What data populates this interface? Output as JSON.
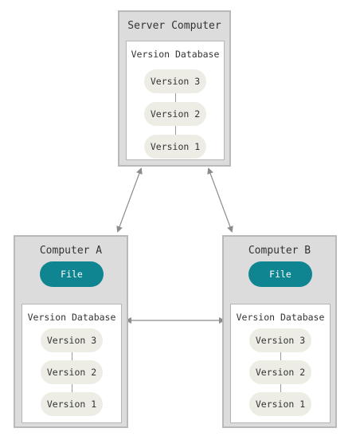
{
  "server": {
    "title": "Server Computer",
    "database": {
      "title": "Version Database",
      "versions": [
        "Version 3",
        "Version 2",
        "Version 1"
      ]
    }
  },
  "computer_a": {
    "title": "Computer A",
    "file_label": "File",
    "database": {
      "title": "Version Database",
      "versions": [
        "Version 3",
        "Version 2",
        "Version 1"
      ]
    }
  },
  "computer_b": {
    "title": "Computer B",
    "file_label": "File",
    "database": {
      "title": "Version Database",
      "versions": [
        "Version 3",
        "Version 2",
        "Version 1"
      ]
    }
  },
  "colors": {
    "box_fill": "#dcdcdc",
    "box_border": "#b9b9b9",
    "pill_fill": "#edede6",
    "file_fill": "#0e8591",
    "arrow": "#8c8c8c"
  }
}
